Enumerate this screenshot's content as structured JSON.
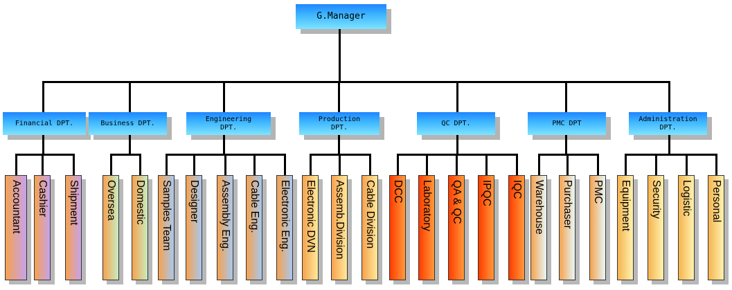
{
  "manager": {
    "label": "G.Manager"
  },
  "departments": [
    {
      "label": "Financial DPT.",
      "units": [
        {
          "label": "Accountant",
          "color": "#f5a24f,#c8a2ec"
        },
        {
          "label": "Cashier",
          "color": "#f5a24f,#c8a2ec"
        },
        {
          "label": "Shipment",
          "color": "#f5a24f,#c8a2ec"
        }
      ]
    },
    {
      "label": "Business DPT.",
      "units": [
        {
          "label": "Oversea",
          "color": "#f5a24f,#c8ecc0"
        },
        {
          "label": "Domestic",
          "color": "#f5a24f,#c8ecc0"
        }
      ]
    },
    {
      "label": "Engineering\nDPT.",
      "units": [
        {
          "label": "Samples Team",
          "color": "#f5a24f,#a9c8ef"
        },
        {
          "label": "Designer",
          "color": "#f5a24f,#a9c8ef"
        },
        {
          "label": "Assembly Eng.",
          "color": "#f5a24f,#a9c8ef"
        },
        {
          "label": "Cable Eng.",
          "color": "#f5a24f,#a9c8ef"
        },
        {
          "label": "Electronic Eng.",
          "color": "#f5a24f,#a9c8ef"
        }
      ]
    },
    {
      "label": "Production\nDPT.",
      "units": [
        {
          "label": "Electronic DVN",
          "color": "#f5a24f,#ffea9a"
        },
        {
          "label": "Assemb.Division",
          "color": "#f5a24f,#ffea9a"
        },
        {
          "label": "Cable Division",
          "color": "#f5a24f,#ffea9a"
        }
      ]
    },
    {
      "label": "QC DPT.",
      "units": [
        {
          "label": "DCC",
          "color": "#ff3c00,#ff9a3a"
        },
        {
          "label": "Laboratory",
          "color": "#ff3c00,#ff9a3a"
        },
        {
          "label": "QA & QC",
          "color": "#ff3c00,#ff9a3a"
        },
        {
          "label": "IPQC",
          "color": "#ff3c00,#ff9a3a"
        },
        {
          "label": "IQC",
          "color": "#ff3c00,#ff9a3a"
        }
      ]
    },
    {
      "label": "PMC DPT",
      "units": [
        {
          "label": "Warehouse",
          "color": "#f5a24f,#e6f7f7"
        },
        {
          "label": "Purchaser",
          "color": "#f5a24f,#e6f7f7"
        },
        {
          "label": "PMC",
          "color": "#f5a24f,#e6f7f7"
        }
      ]
    },
    {
      "label": "Administration\nDPT.",
      "units": [
        {
          "label": "Equipment",
          "color": "#f5b44f,#fff2b0"
        },
        {
          "label": "Security",
          "color": "#f5b44f,#fff2b0"
        },
        {
          "label": "Logistic",
          "color": "#f5b44f,#fff2b0"
        },
        {
          "label": "Personal",
          "color": "#f5b44f,#fff2b0"
        }
      ]
    }
  ]
}
